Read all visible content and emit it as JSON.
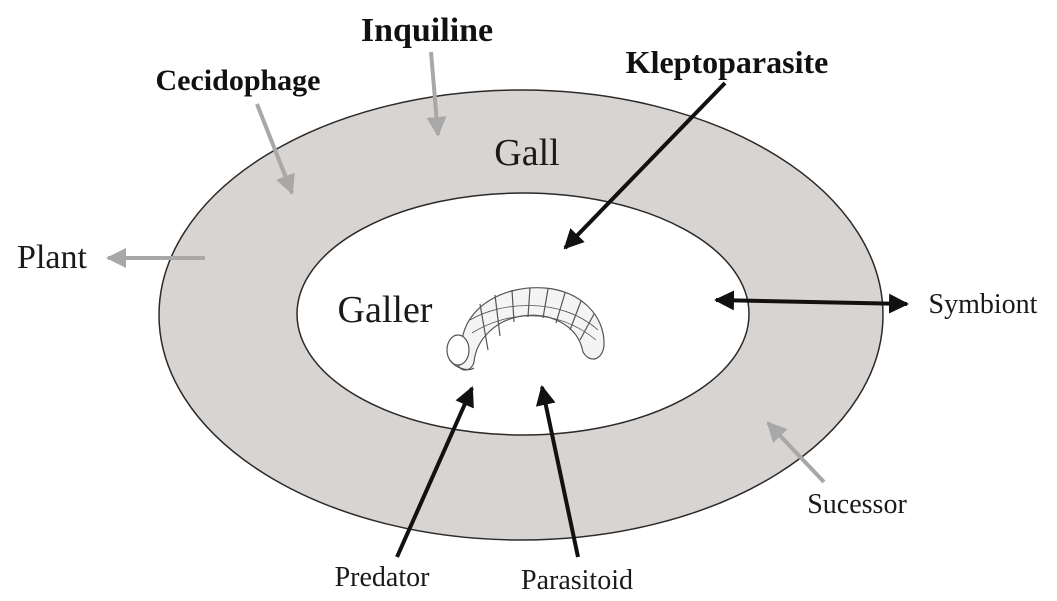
{
  "colors": {
    "gall_ring": "#d8d4d2",
    "ring_stroke": "#2a2a2a",
    "arrow_dark": "#111111",
    "arrow_gray": "#a8a8a8",
    "larva_stroke": "#555555"
  },
  "labels": {
    "inquiline": "Inquiline",
    "cecidophage": "Cecidophage",
    "kleptoparasite": "Kleptoparasite",
    "gall": "Gall",
    "plant": "Plant",
    "galler": "Galler",
    "symbiont": "Symbiont",
    "sucessor": "Sucessor",
    "predator": "Predator",
    "parasitoid": "Parasitoid"
  },
  "icons": {
    "larva": "galler-larva-icon"
  }
}
